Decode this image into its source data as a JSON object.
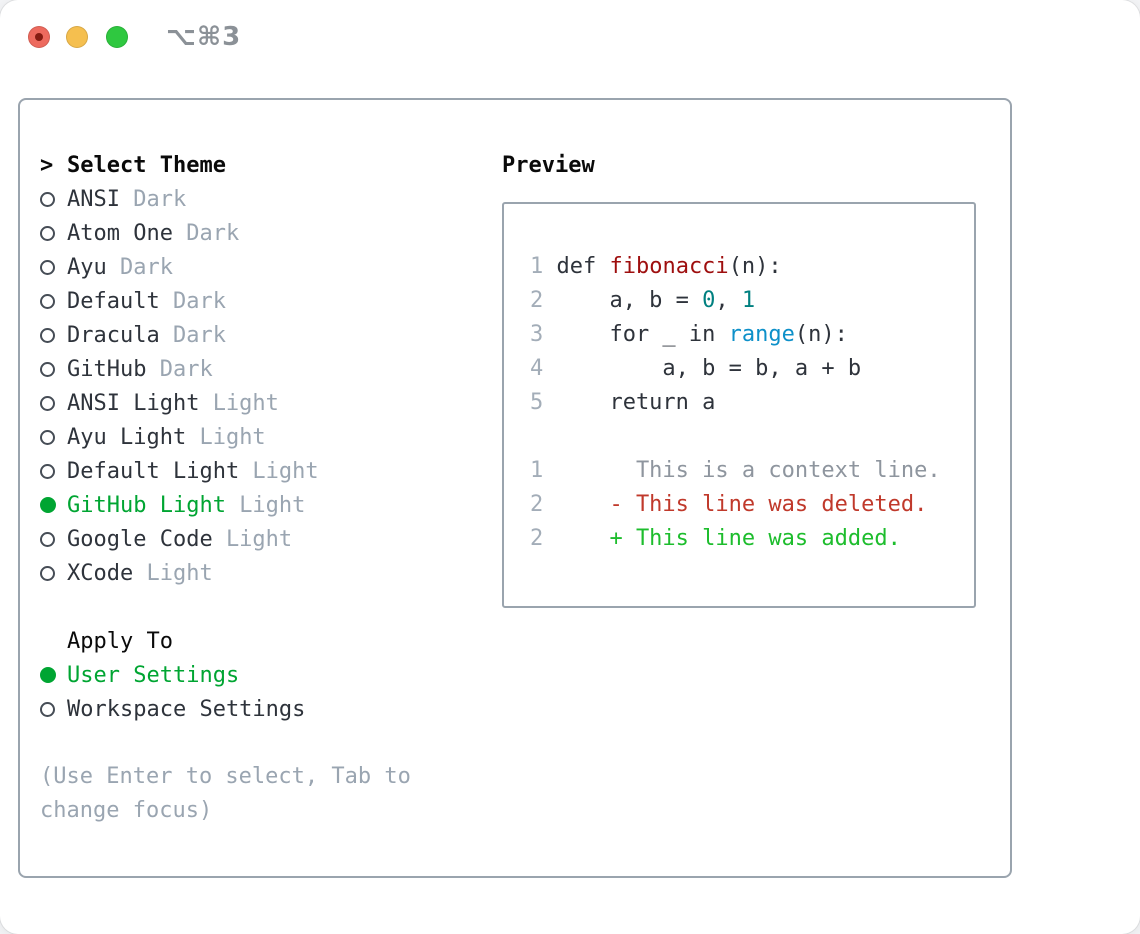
{
  "window": {
    "title": "⌥⌘3",
    "traffic_lights": [
      {
        "name": "close",
        "color": "#ed6a5e",
        "indicator_dot": "#851c12"
      },
      {
        "name": "minimize",
        "color": "#f5bf4f"
      },
      {
        "name": "zoom",
        "color": "#2fc840"
      }
    ]
  },
  "theme_list": {
    "prompt": ">",
    "header": "Select Theme",
    "items": [
      {
        "label": "ANSI",
        "tag": "Dark",
        "selected": false
      },
      {
        "label": "Atom One",
        "tag": "Dark",
        "selected": false
      },
      {
        "label": "Ayu",
        "tag": "Dark",
        "selected": false
      },
      {
        "label": "Default",
        "tag": "Dark",
        "selected": false
      },
      {
        "label": "Dracula",
        "tag": "Dark",
        "selected": false
      },
      {
        "label": "GitHub",
        "tag": "Dark",
        "selected": false
      },
      {
        "label": "ANSI Light",
        "tag": "Light",
        "selected": false
      },
      {
        "label": "Ayu Light",
        "tag": "Light",
        "selected": false
      },
      {
        "label": "Default Light",
        "tag": "Light",
        "selected": false
      },
      {
        "label": "GitHub Light",
        "tag": "Light",
        "selected": true
      },
      {
        "label": "Google Code",
        "tag": "Light",
        "selected": false
      },
      {
        "label": "XCode",
        "tag": "Light",
        "selected": false
      }
    ]
  },
  "apply_to": {
    "header": "Apply To",
    "options": [
      {
        "label": "User Settings",
        "selected": true
      },
      {
        "label": "Workspace Settings",
        "selected": false
      }
    ]
  },
  "hint": {
    "text": "(Use Enter to select, Tab to change focus)"
  },
  "preview": {
    "header": "Preview",
    "code_lines": [
      {
        "num": "1",
        "tokens": [
          {
            "t": "def",
            "c": "keyword"
          },
          {
            "t": " ",
            "c": "plain"
          },
          {
            "t": "fibonacci",
            "c": "title"
          },
          {
            "t": "(n):",
            "c": "plain"
          }
        ]
      },
      {
        "num": "2",
        "tokens": [
          {
            "t": "    a, b = ",
            "c": "plain"
          },
          {
            "t": "0",
            "c": "number"
          },
          {
            "t": ", ",
            "c": "plain"
          },
          {
            "t": "1",
            "c": "number"
          }
        ]
      },
      {
        "num": "3",
        "tokens": [
          {
            "t": "    for _ in ",
            "c": "plain"
          },
          {
            "t": "range",
            "c": "builtin"
          },
          {
            "t": "(n):",
            "c": "plain"
          }
        ]
      },
      {
        "num": "4",
        "tokens": [
          {
            "t": "        a, b = b, a + b",
            "c": "plain"
          }
        ]
      },
      {
        "num": "5",
        "tokens": [
          {
            "t": "    return a",
            "c": "plain"
          }
        ]
      }
    ],
    "diff_lines": [
      {
        "num": "1",
        "marker": " ",
        "kind": "context",
        "text": "This is a context line."
      },
      {
        "num": "2",
        "marker": "-",
        "kind": "deleted",
        "text": "This line was deleted."
      },
      {
        "num": "2",
        "marker": "+",
        "kind": "added",
        "text": "This line was added."
      }
    ]
  },
  "colors": {
    "panel_border": "#9aa4ae",
    "text": "#2e333b",
    "header_text": "#0a0a0a",
    "muted": "#9aa5b1",
    "selected_green": "#00a532",
    "line_number": "#a3adb8",
    "window_title": "#8b9197",
    "syntax": {
      "plain": "#2e333b",
      "keyword": "#2e333b",
      "title": "#9e0e0e",
      "number": "#008080",
      "builtin": "#0d90c9"
    },
    "diff": {
      "context": "#8e959e",
      "deleted": "#c0392b",
      "added": "#1dbd2d"
    }
  }
}
